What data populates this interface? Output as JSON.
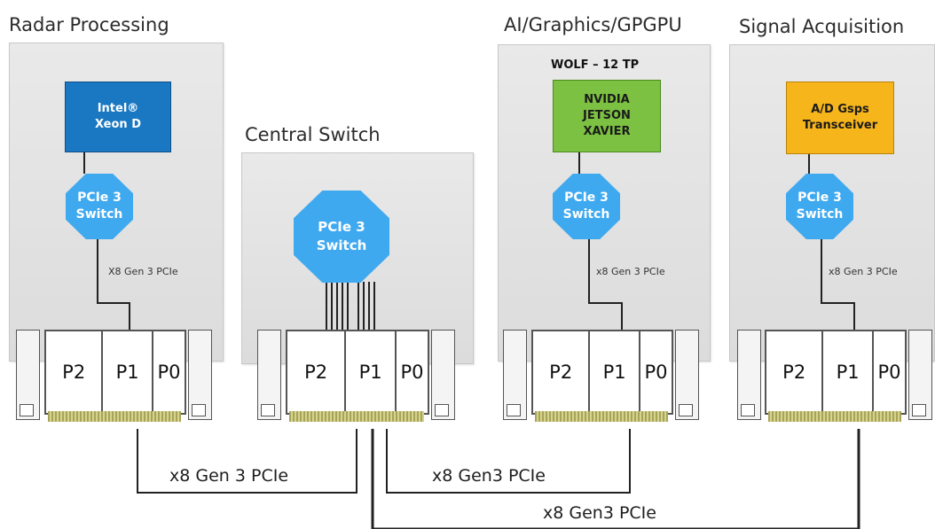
{
  "modules": {
    "radar": {
      "title": "Radar Processing",
      "chip": "Intel®\nXeon D",
      "switch_label": "PCIe 3\nSwitch",
      "link_label": "X8 Gen 3 PCIe",
      "slots": [
        "P2",
        "P1",
        "P0"
      ]
    },
    "central": {
      "title": "Central Switch",
      "switch_label": "PCIe 3\nSwitch",
      "slots": [
        "P2",
        "P1",
        "P0"
      ]
    },
    "ai": {
      "title": "AI/Graphics/GPGPU",
      "board_label": "WOLF – 12 TP",
      "chip": "NVIDIA\nJETSON\nXAVIER",
      "switch_label": "PCIe 3\nSwitch",
      "link_label": "x8 Gen 3 PCIe",
      "slots": [
        "P2",
        "P1",
        "P0"
      ]
    },
    "signal": {
      "title": "Signal Acquisition",
      "chip": "A/D Gsps\nTransceiver",
      "switch_label": "PCIe 3\nSwitch",
      "link_label": "x8 Gen 3 PCIe",
      "slots": [
        "P2",
        "P1",
        "P0"
      ]
    }
  },
  "backplane": {
    "link_radar": "x8 Gen 3 PCIe",
    "link_ai": "x8 Gen3 PCIe",
    "link_signal": "x8 Gen3 PCIe"
  },
  "colors": {
    "intel_blue": "#1a78c2",
    "nvidia_green": "#7cc142",
    "ad_orange": "#f6b51a",
    "switch_blue": "#3fa9f0"
  }
}
